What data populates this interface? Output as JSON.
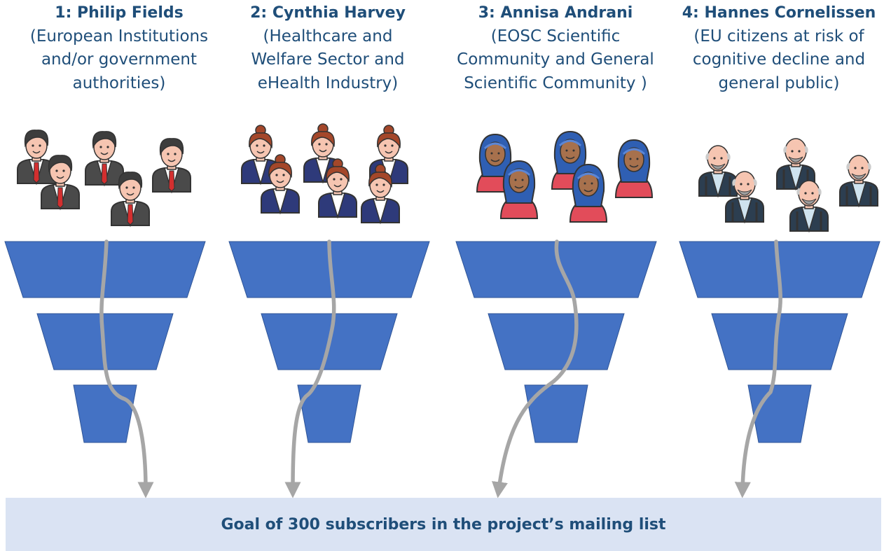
{
  "personas": [
    {
      "name": "1: Philip Fields",
      "lines": [
        "(European Institutions",
        "and/or government",
        "authorities)"
      ],
      "people_icon": "businessman-icon",
      "colors": {
        "suit": "#4a4a4a",
        "tie": "#d32f2f",
        "shirt": "#ffffff",
        "skin": "#f6c5b1",
        "hair": "#3d3d3d"
      }
    },
    {
      "name": "2: Cynthia Harvey",
      "lines": [
        "(Healthcare and",
        "Welfare Sector and",
        "eHealth Industry)"
      ],
      "people_icon": "businesswoman-icon",
      "colors": {
        "suit": "#2e3a7a",
        "tie": "#2e3a7a",
        "shirt": "#ffffff",
        "skin": "#f6c5b1",
        "hair": "#a4472a"
      }
    },
    {
      "name": "3: Annisa Andrani",
      "lines": [
        "(EOSC Scientific",
        "Community and General",
        "Scientific Community )"
      ],
      "people_icon": "hijab-woman-icon",
      "colors": {
        "suit": "#e24c5a",
        "tie": "#e24c5a",
        "shirt": "#e24c5a",
        "skin": "#a7714d",
        "hair": "#2f5fb3"
      }
    },
    {
      "name": "4: Hannes Cornelissen",
      "lines": [
        "(EU citizens at risk of",
        "cognitive decline and",
        "general public)"
      ],
      "people_icon": "elderly-man-icon",
      "colors": {
        "suit": "#2c3e50",
        "tie": "#a9c6d8",
        "shirt": "#cfe3ef",
        "skin": "#f6c5b1",
        "hair": "#cccccc"
      }
    }
  ],
  "goal": "Goal of 300 subscribers in the project’s mailing list",
  "colors": {
    "funnel": "#4472c4",
    "funnel_stroke": "#2f5597",
    "arrow": "#a6a6a6",
    "goal_bg": "#dae3f3",
    "heading": "#1f4e79"
  }
}
